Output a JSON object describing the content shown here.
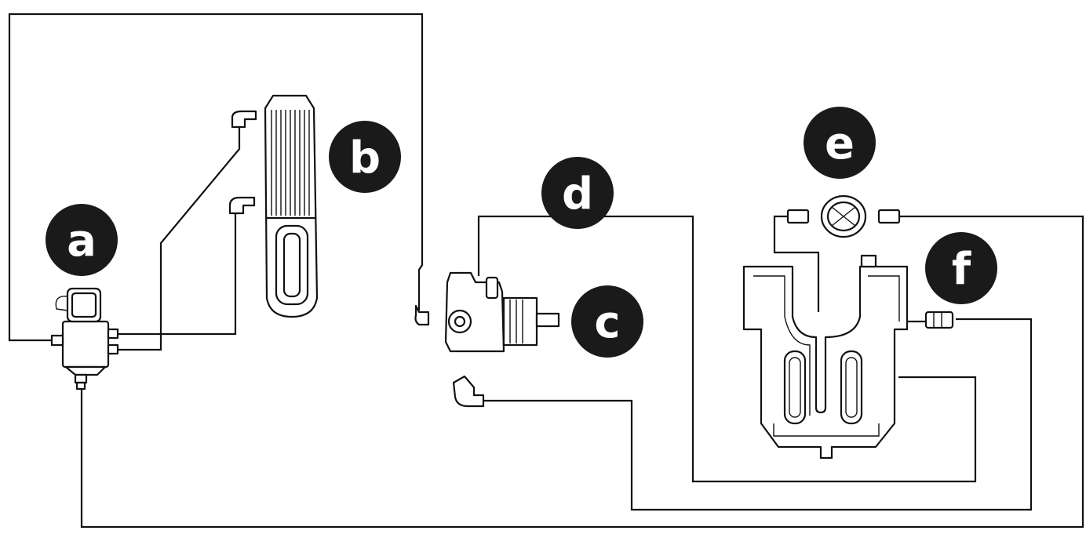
{
  "labels": {
    "a": "a",
    "b": "b",
    "c": "c",
    "d": "d",
    "e": "e",
    "f": "f"
  },
  "colors": {
    "line": "#111111",
    "label_fill": "#1a1a1a",
    "label_text": "#ffffff",
    "background": "#ffffff"
  }
}
